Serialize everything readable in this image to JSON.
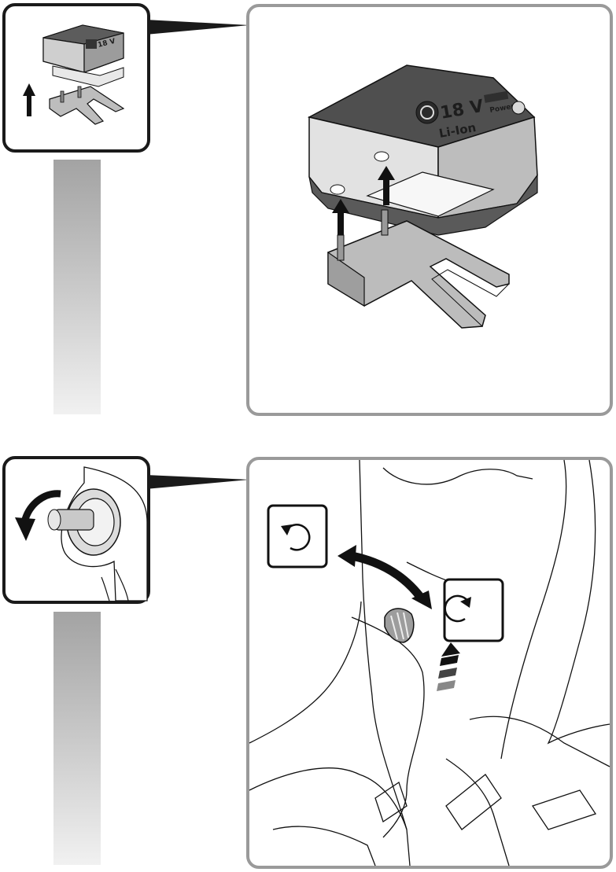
{
  "section_battery": {
    "battery_label": {
      "voltage": "18 V",
      "chemistry": "Li-Ion",
      "brand_word": "Power"
    },
    "thumb_battery_label": "18 V",
    "icons": [
      "arrow-up-icon",
      "battery-icon",
      "brand-logo-icon"
    ]
  },
  "section_rotation": {
    "icons": [
      "rotate-ccw-icon",
      "rotate-cw-icon",
      "curved-double-arrow-icon",
      "dashed-arrow-up-icon"
    ]
  },
  "colors": {
    "panel_border": "#9a9a9a",
    "thumb_border": "#1a1a1a",
    "bar_top": "#a3a3a3",
    "bar_bottom": "#f1f1f1"
  }
}
